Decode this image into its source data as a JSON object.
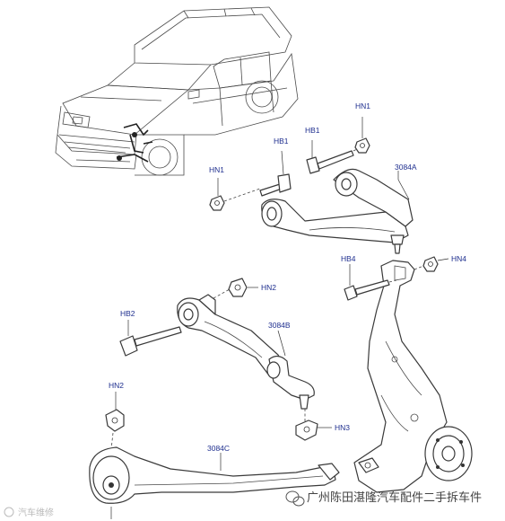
{
  "labels": {
    "hn1_top": "HN1",
    "hb1_a": "HB1",
    "hb1_b": "HB1",
    "hn1_left": "HN1",
    "arm_3084a": "3084A",
    "hb4": "HB4",
    "hn4": "HN4",
    "hn2_mid": "HN2",
    "hb2": "HB2",
    "arm_3084b": "3084B",
    "hn2_low": "HN2",
    "hn3": "HN3",
    "arm_3084c": "3084C"
  },
  "watermark": {
    "text": "广州陈田湛隆汽车配件二手拆车件",
    "corner_text": "汽车维修"
  }
}
